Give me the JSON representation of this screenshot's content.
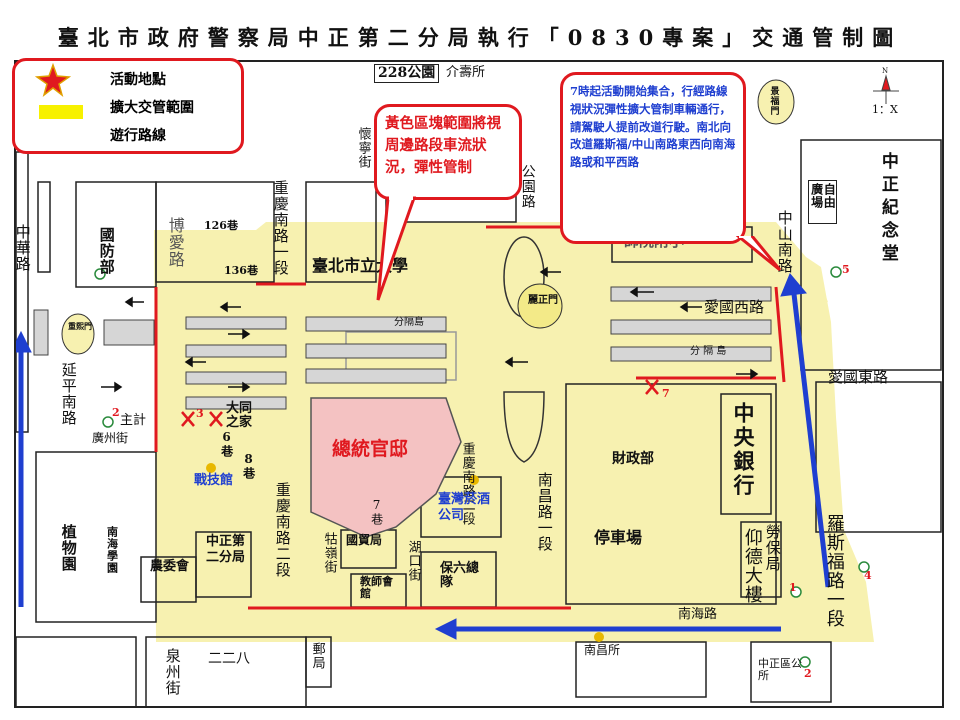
{
  "title": "臺北市政府警察局中正第二分局執行「0830專案」交通管制圖",
  "legend": {
    "activity": "活動地點",
    "control": "擴大交管範圍",
    "route": "遊行路線"
  },
  "bubbles": {
    "yellow_note": "黃色區塊範圍將視周邊路段車流狀況，彈性管制",
    "time_note": "7時起活動開始集合，行經路線視狀況彈性擴大管制車輛通行，請駕駛人提前改道行駛。南北向改道羅斯福/中山南路東西向南海路或和平西路"
  },
  "labels": {
    "park228": "228公園",
    "jieshou": "介壽所",
    "huaining": "懷寧街",
    "gongyuan": "公園路",
    "jingfu": "景福門",
    "scale": "1：X",
    "zhongzheng_memorial": "中正紀念堂",
    "ziyou_square": "自由廣場",
    "zhongshan_s": "中山南路",
    "zhonghua": "中華路",
    "guofang": "國防部",
    "boai": "博愛路",
    "lane126": "126巷",
    "lane136": "136巷",
    "chongqing1": "重慶南路一段",
    "tpe_univ": "臺北市立大學",
    "shiyuan": "師院附小",
    "aiguo_w": "愛國西路",
    "lizheng": "麗正門",
    "chongxi": "重熙門",
    "fengedao1": "分隔島",
    "fengedao2": "分 隔 島",
    "yanping": "延平南路",
    "zhuji": "主計",
    "guangzhou": "廣州街",
    "datong": "大同之家",
    "lane6": "6巷",
    "lane8": "8巷",
    "zhanji": "戰技館",
    "president": "總統官邸",
    "chongqing2": "重慶南路二段",
    "lane7": "7巷",
    "tobacco": "臺灣菸酒公司",
    "nanchang1": "南昌路一段",
    "finance": "財政部",
    "central_bank": "中央銀行",
    "aiguo_e": "愛國東路",
    "roosevelt1": "羅斯福路一段",
    "labor": "勞保局",
    "yangde": "仰德大樓",
    "parking": "停車場",
    "zhiwuyuan": "植物園",
    "nanhai_school": "南海學園",
    "nongwei": "農委會",
    "zz2": "中正第二分局",
    "chongqing2b": "重慶南路二段",
    "gulin": "牯嶺街",
    "guomao": "國貿局",
    "teachers": "教師會館",
    "hukou": "湖口街",
    "baoliu": "保六總隊",
    "nanhai_rd": "南海路",
    "quanzhou": "泉州街",
    "ererba": "二二八",
    "post": "郵局",
    "nanchang_office": "南昌所",
    "zz_district": "中正區公所",
    "num1": "1",
    "num2": "2",
    "num2b": "2",
    "num3": "3",
    "num4": "4",
    "num5": "5",
    "num7": "7",
    "north": "N"
  },
  "colors": {
    "red": "#e0191f",
    "yellow_zone": "#f7f1b0",
    "route_blue": "#1f3fd0",
    "president_pink": "#f4c2c2",
    "building_grey": "#d6d6d6"
  },
  "icons": [
    "activity-star-icon",
    "control-zone-swatch",
    "route-arrow-icon",
    "police-station-icon",
    "gate-icon",
    "north-arrow-icon",
    "direction-arrow-icon",
    "x-mark-icon"
  ]
}
